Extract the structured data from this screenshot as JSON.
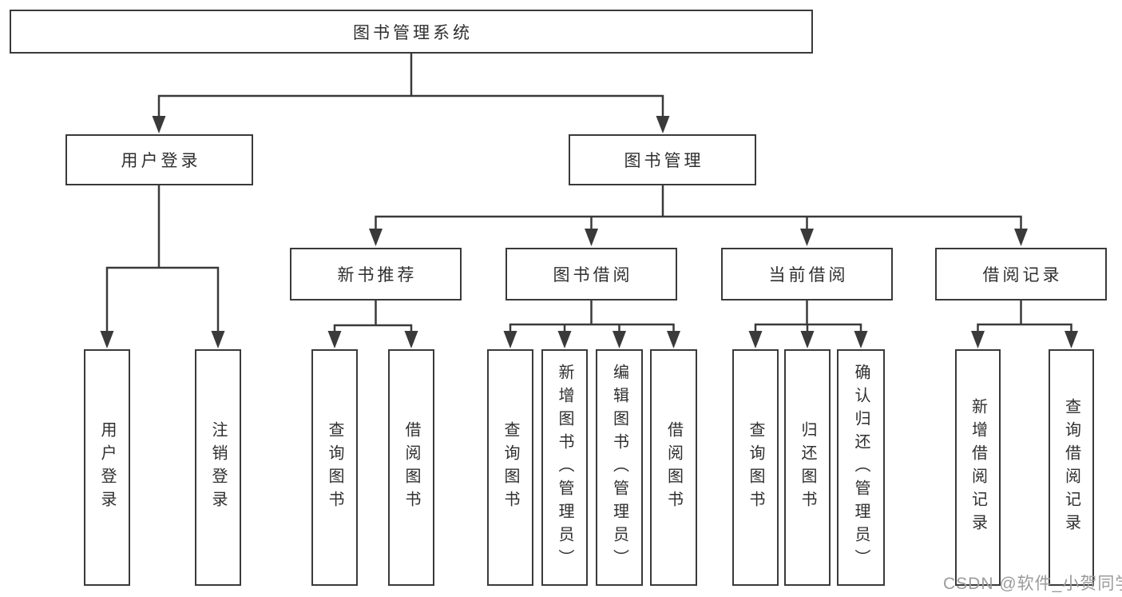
{
  "colors": {
    "line": "#3a3a3a",
    "box_border": "#3a3a3a",
    "text": "#2f2f2f",
    "background": "#ffffff",
    "watermark": "#9b9b9b"
  },
  "tree": {
    "root": {
      "label": "图书管理系统"
    },
    "branches": [
      {
        "label": "用户登录",
        "children": [
          {
            "label": "用户登录"
          },
          {
            "label": "注销登录"
          }
        ]
      },
      {
        "label": "图书管理",
        "groups": [
          {
            "label": "新书推荐",
            "children": [
              {
                "label": "查询图书"
              },
              {
                "label": "借阅图书"
              }
            ]
          },
          {
            "label": "图书借阅",
            "children": [
              {
                "label": "查询图书"
              },
              {
                "label": "新增图书（管理员）"
              },
              {
                "label": "编辑图书（管理员）"
              },
              {
                "label": "借阅图书"
              }
            ]
          },
          {
            "label": "当前借阅",
            "children": [
              {
                "label": "查询图书"
              },
              {
                "label": "归还图书"
              },
              {
                "label": "确认归还（管理员）"
              }
            ]
          },
          {
            "label": "借阅记录",
            "children": [
              {
                "label": "新增借阅记录"
              },
              {
                "label": "查询借阅记录"
              }
            ]
          }
        ]
      }
    ]
  },
  "watermark": {
    "text": "CSDN @软件_小贺同学"
  }
}
